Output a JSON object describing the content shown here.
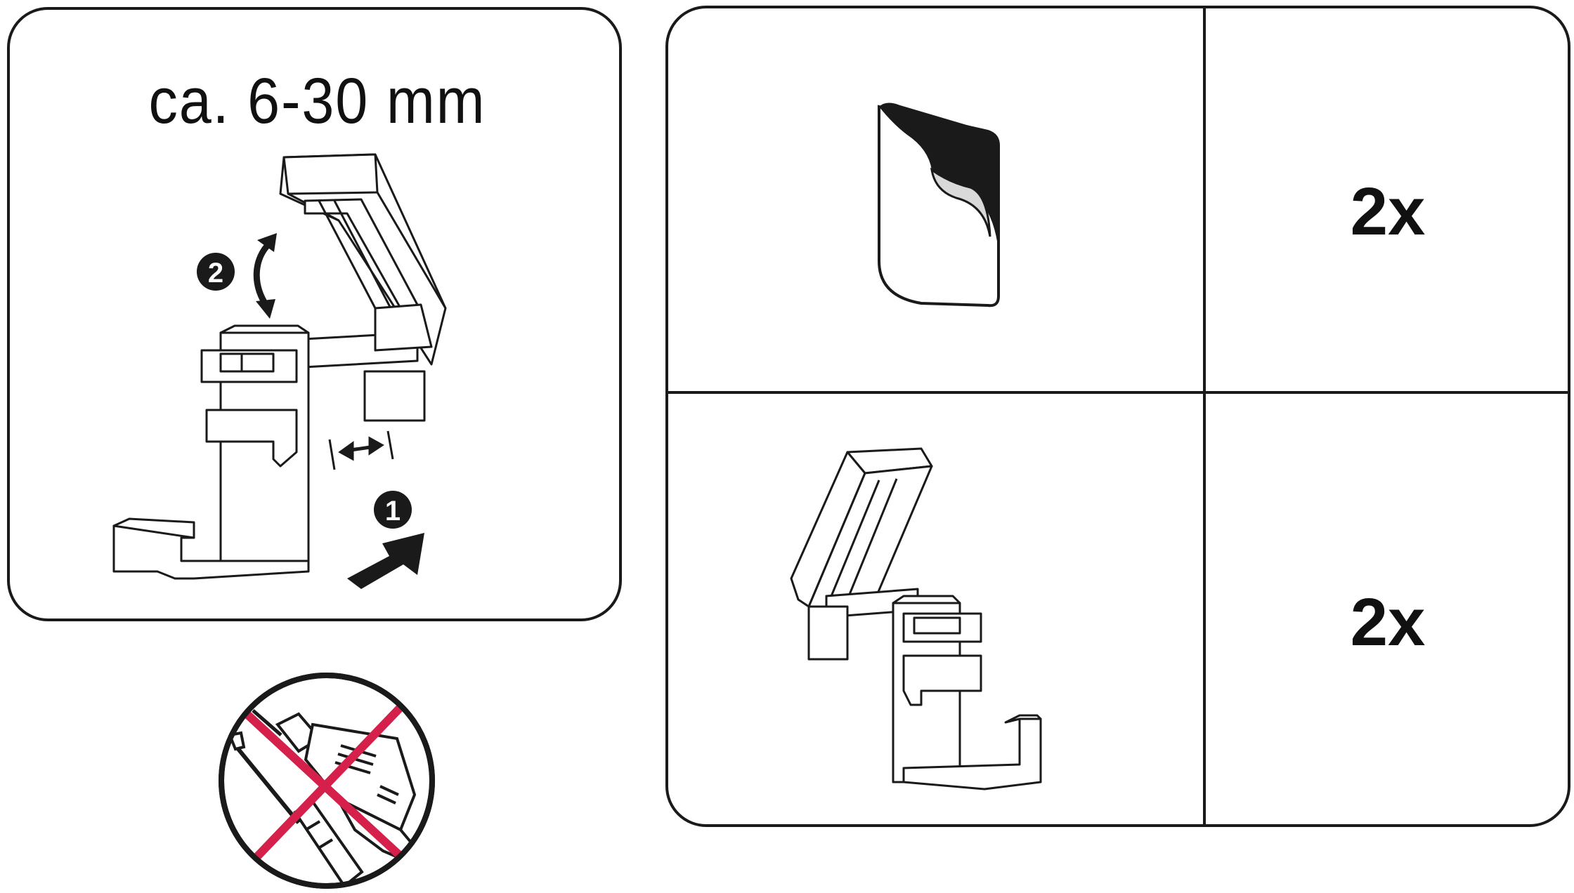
{
  "range_label": "ca. 6-30 mm",
  "steps": [
    "1",
    "2"
  ],
  "grid": {
    "rows": [
      {
        "item": "adhesive-pad",
        "quantity": "2x"
      },
      {
        "item": "clamp-bracket",
        "quantity": "2x"
      }
    ]
  },
  "colors": {
    "line": "#1a1a1a",
    "prohibition": "#d4204b",
    "pad_backing": "#d9d9d9"
  },
  "icons": [
    "drill-icon",
    "screwdriver-icon",
    "prohibition-cross-icon",
    "adhesive-pad-icon",
    "clamp-bracket-icon",
    "push-arrow-icon",
    "rotate-arrow-icon",
    "width-arrow-icon"
  ]
}
